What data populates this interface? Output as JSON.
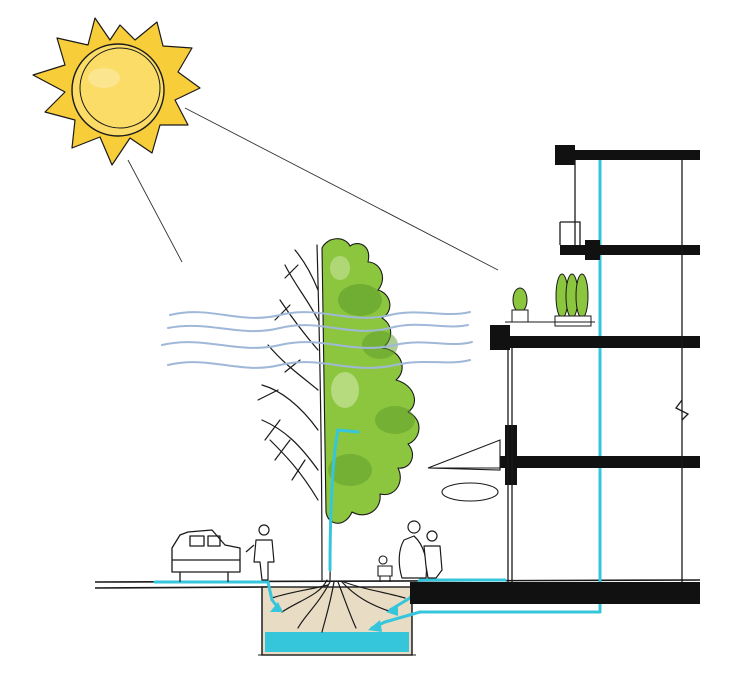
{
  "diagram": {
    "elements": [
      {
        "name": "sun",
        "icon": "sun-icon"
      },
      {
        "name": "sun-rays",
        "icon": "sun-rays-icon"
      },
      {
        "name": "wind-lines",
        "icon": "wind-icon"
      },
      {
        "name": "tree",
        "icon": "tree-icon"
      },
      {
        "name": "tree-roots",
        "icon": "roots-icon"
      },
      {
        "name": "soil-pit",
        "icon": "soil-icon"
      },
      {
        "name": "stormwater",
        "icon": "water-icon"
      },
      {
        "name": "car",
        "icon": "car-icon"
      },
      {
        "name": "pedestrians",
        "icon": "person-icon"
      },
      {
        "name": "dog",
        "icon": "dog-icon"
      },
      {
        "name": "building-section",
        "icon": "building-icon"
      },
      {
        "name": "balcony-planters",
        "icon": "plant-icon"
      },
      {
        "name": "awning",
        "icon": "awning-icon"
      }
    ],
    "colors": {
      "sun_fill": "#f7cd3a",
      "sun_core": "#fbdc66",
      "foliage": "#8cc63f",
      "foliage_dark": "#5a9a2a",
      "water": "#35c6dc",
      "wind": "#9fb8d8",
      "soil": "#e8dcc4",
      "ink": "#1a1a1a"
    }
  }
}
